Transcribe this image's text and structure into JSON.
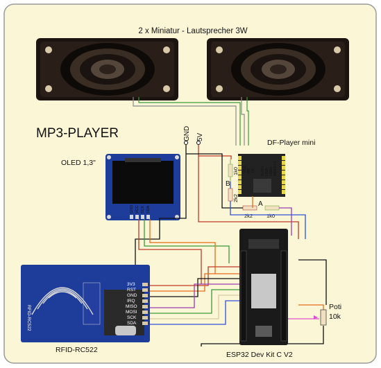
{
  "title": "MP3-PLAYER",
  "speakers_label": "2 x Miniatur - Lautsprecher 3W",
  "oled_label": "OLED 1,3\"",
  "rfid_label": "RFID-RC522",
  "rfid_board_text": "RFID-RC522",
  "rfid_pins": [
    "3V3",
    "RST",
    "GND",
    "IRQ",
    "MISO",
    "MOSI",
    "SCK",
    "SDA"
  ],
  "oled_pins": [
    "GND",
    "VCC",
    "SCK",
    "SDA"
  ],
  "dfplayer_label": "DF-Player mini",
  "dfplayer_pins_left": [
    "VCC",
    "RX",
    "TX",
    "DAC_R",
    "DAC_L",
    "SPK1",
    "GND",
    "SPK2"
  ],
  "dfplayer_pins_right": [
    "BUSY",
    "USB-",
    "USB+",
    "ADKEY2",
    "ADKEY1",
    "IO2",
    "GND",
    "IO1"
  ],
  "esp32_label": "ESP32 Dev Kit C V2",
  "poti_label": "Poti",
  "poti_value": "10k",
  "power_labels": {
    "gnd": "GND",
    "v5": "5V"
  },
  "resistors": {
    "r1": "1k0",
    "r2": "2k2",
    "r3": "2k2",
    "r4": "1k0"
  },
  "markers": {
    "b": "B",
    "a": "A"
  },
  "colors": {
    "background": "#fbf6d6",
    "border": "#9a9a9a",
    "pcb_blue": "#1e3d9b",
    "pcb_dark": "#1a1a1a",
    "df_pcb": "#222222",
    "wire_orange": "#e36b1b",
    "wire_red": "#c0392b",
    "wire_green": "#3a9a3a",
    "wire_blue": "#2f4fd8",
    "wire_purple": "#9b3bb0",
    "wire_pink": "#e04fd0",
    "wire_black": "#111111",
    "wire_gray": "#8a8a8a",
    "wire_tan": "#d9c9a0"
  }
}
